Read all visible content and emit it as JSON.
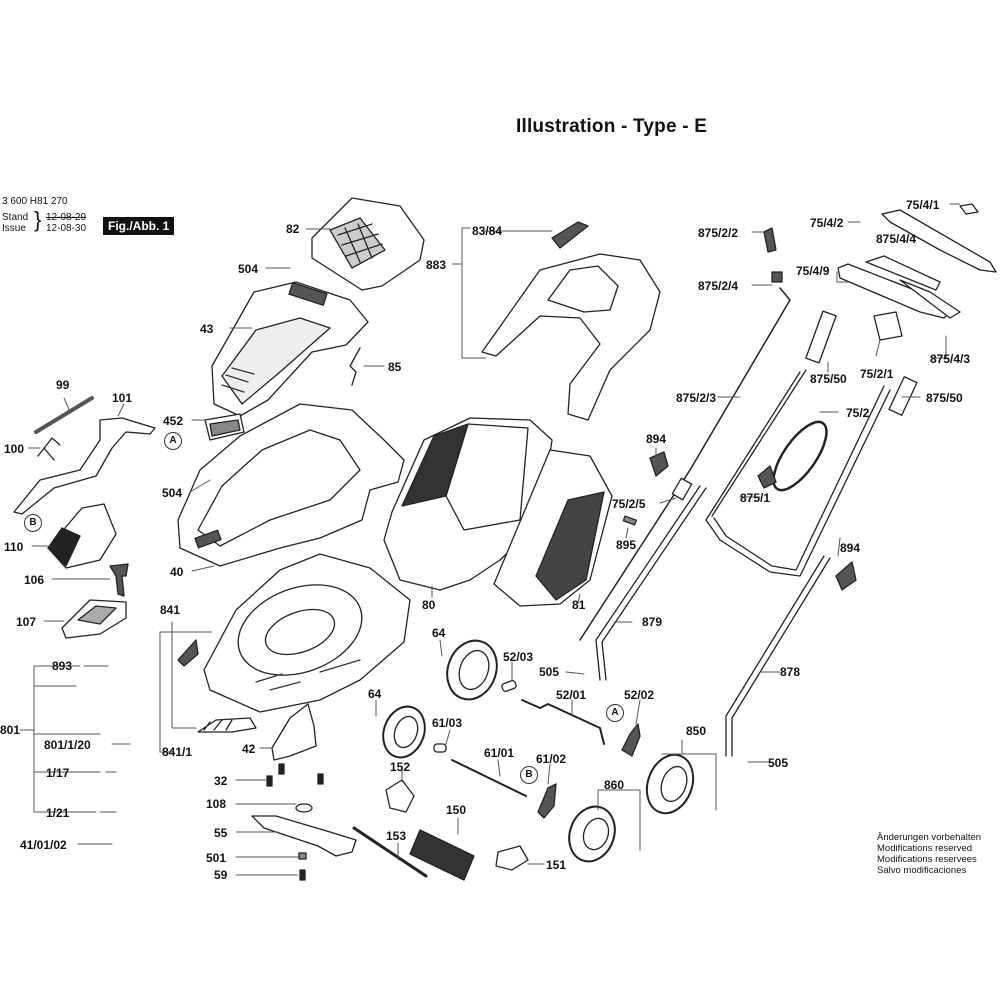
{
  "header": {
    "title": "Illustration - Type - E",
    "document_number": "3 600 H81 270",
    "stand_label": "Stand",
    "issue_label": "Issue",
    "stand_date": "12-08-29",
    "issue_date": "12-08-30",
    "figure_label": "Fig./Abb. 1"
  },
  "notice": {
    "lines": [
      "Änderungen vorbehalten",
      "Modifications reserved",
      "Modifications reservees",
      "Salvo modificaciones"
    ]
  },
  "callouts": {
    "a": "A",
    "b": "B"
  },
  "parts": {
    "p82": "82",
    "p504a": "504",
    "p43": "43",
    "p85": "85",
    "p99": "99",
    "p101": "101",
    "p100": "100",
    "p452": "452",
    "p504b": "504",
    "p110": "110",
    "p40": "40",
    "p106": "106",
    "p107": "107",
    "p83_84": "83/84",
    "p883": "883",
    "p80": "80",
    "p81": "81",
    "p841": "841",
    "p893": "893",
    "p801": "801",
    "p801_1_20": "801/1/20",
    "p1_17": "1/17",
    "p1_21": "1/21",
    "p41_01_02": "41/01/02",
    "p841_1": "841/1",
    "p42": "42",
    "p32": "32",
    "p108": "108",
    "p55": "55",
    "p501": "501",
    "p59": "59",
    "p153": "153",
    "p150": "150",
    "p151": "151",
    "p152": "152",
    "p64a": "64",
    "p64b": "64",
    "p52_03": "52/03",
    "p505a": "505",
    "p52_01": "52/01",
    "p52_02": "52/02",
    "p61_03": "61/03",
    "p61_01": "61/01",
    "p61_02": "61/02",
    "p860": "860",
    "p850": "850",
    "p505b": "505",
    "p878": "878",
    "p879": "879",
    "p894a": "894",
    "p894b": "894",
    "p75_2_5": "75/2/5",
    "p895": "895",
    "p875_1": "875/1",
    "p75_2": "75/2",
    "p875_50a": "875/50",
    "p875_50b": "875/50",
    "p875_2_3": "875/2/3",
    "p875_2_2": "875/2/2",
    "p875_2_4": "875/2/4",
    "p75_4_1": "75/4/1",
    "p75_4_2": "75/4/2",
    "p875_4_4": "875/4/4",
    "p75_4_9": "75/4/9",
    "p875_4_3": "875/4/3",
    "p75_2_1": "75/2/1"
  }
}
